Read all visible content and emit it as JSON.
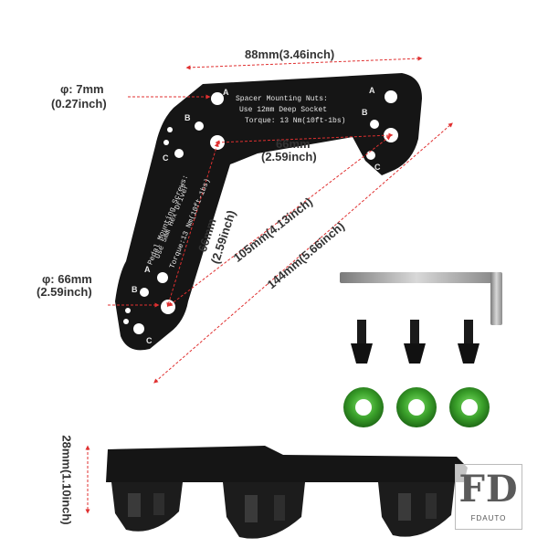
{
  "dimensions": {
    "top_width": "88mm(3.46inch)",
    "top_hole_diameter": "φ: 7mm",
    "top_hole_diameter_inch": "(0.27inch)",
    "horizontal_spacing": "66mm",
    "horizontal_spacing_inch": "(2.59inch)",
    "vertical_spacing": "66mm",
    "vertical_spacing_inch": "(2.59inch)",
    "diagonal_inner": "105mm(4.13inch)",
    "diagonal_outer": "144mm(5.66inch)",
    "left_hole_diameter": "φ: 66mm",
    "left_hole_diameter_inch": "(2.59inch)",
    "height": "28mm(1.10inch)"
  },
  "bracket_text": {
    "top_line1": "Spacer Mounting Nuts:",
    "top_line2": "Use 12mm Deep Socket",
    "top_line3": "Torque: 13 Nm(10ft-1bs)",
    "side_line1": "Pedal Mounting Screws:",
    "side_line2": "Use 5mm Hex Driver",
    "side_line3": "Torque:13 Nm(10ft-1bs)"
  },
  "hole_labels": {
    "a": "A",
    "b": "B",
    "c": "C"
  },
  "logo": {
    "mark": "FD",
    "name": "FDAUTO"
  },
  "colors": {
    "dimension_red": "#e03030",
    "bracket_black": "#151515",
    "washer_green": "#3aa02a",
    "label_text": "#333333"
  }
}
